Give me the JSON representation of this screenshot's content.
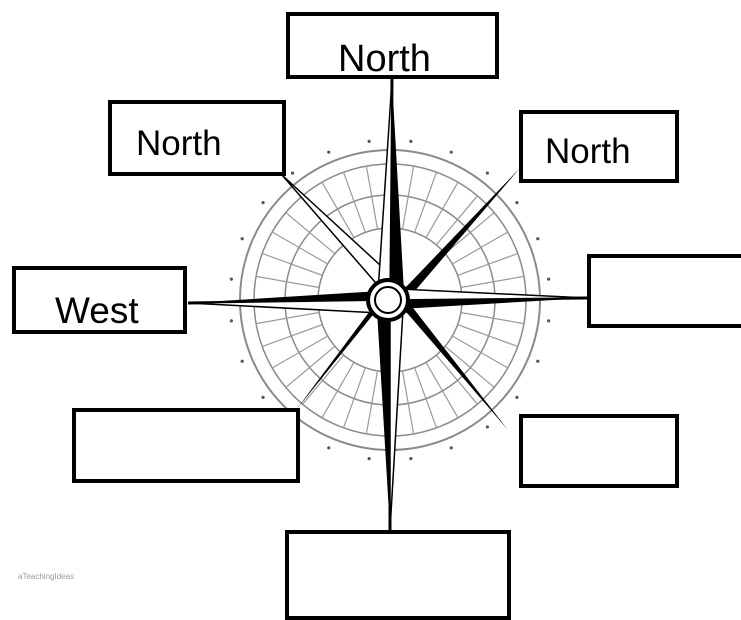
{
  "diagram": {
    "type": "compass-rose-worksheet",
    "labels": {
      "north": "North",
      "northwest": "North",
      "northeast": "North",
      "west": "West",
      "east": "",
      "southwest": "",
      "southeast": "",
      "south": ""
    }
  },
  "footer": {
    "publisher": "aTeachingIdeas"
  },
  "colors": {
    "ink": "#000000",
    "rings": "#8a8a8a",
    "background": "#ffffff"
  }
}
